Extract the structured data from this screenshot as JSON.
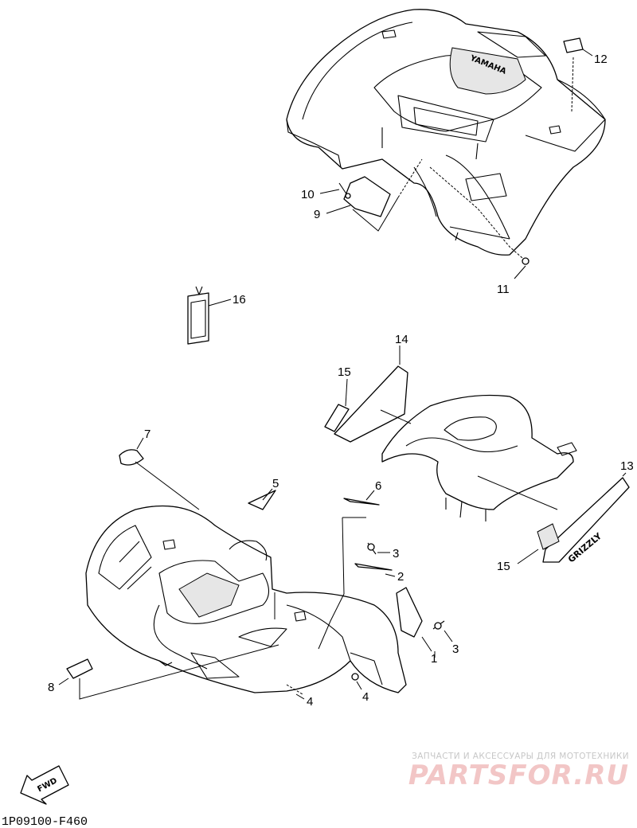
{
  "diagram": {
    "callouts": [
      "1",
      "2",
      "3",
      "3",
      "4",
      "4",
      "5",
      "6",
      "7",
      "8",
      "9",
      "10",
      "11",
      "12",
      "13",
      "14",
      "15",
      "15",
      "16"
    ],
    "fwd_label": "FWD",
    "code": "1P09100-F460",
    "decal_logo": "YAMAHA",
    "emblem_text": "GRIZZLY"
  },
  "watermark": {
    "tagline": "ЗАПЧАСТИ И АКСЕССУАРЫ ДЛЯ МОТОТЕХНИКИ",
    "logo": "PARTSFOR.RU"
  }
}
